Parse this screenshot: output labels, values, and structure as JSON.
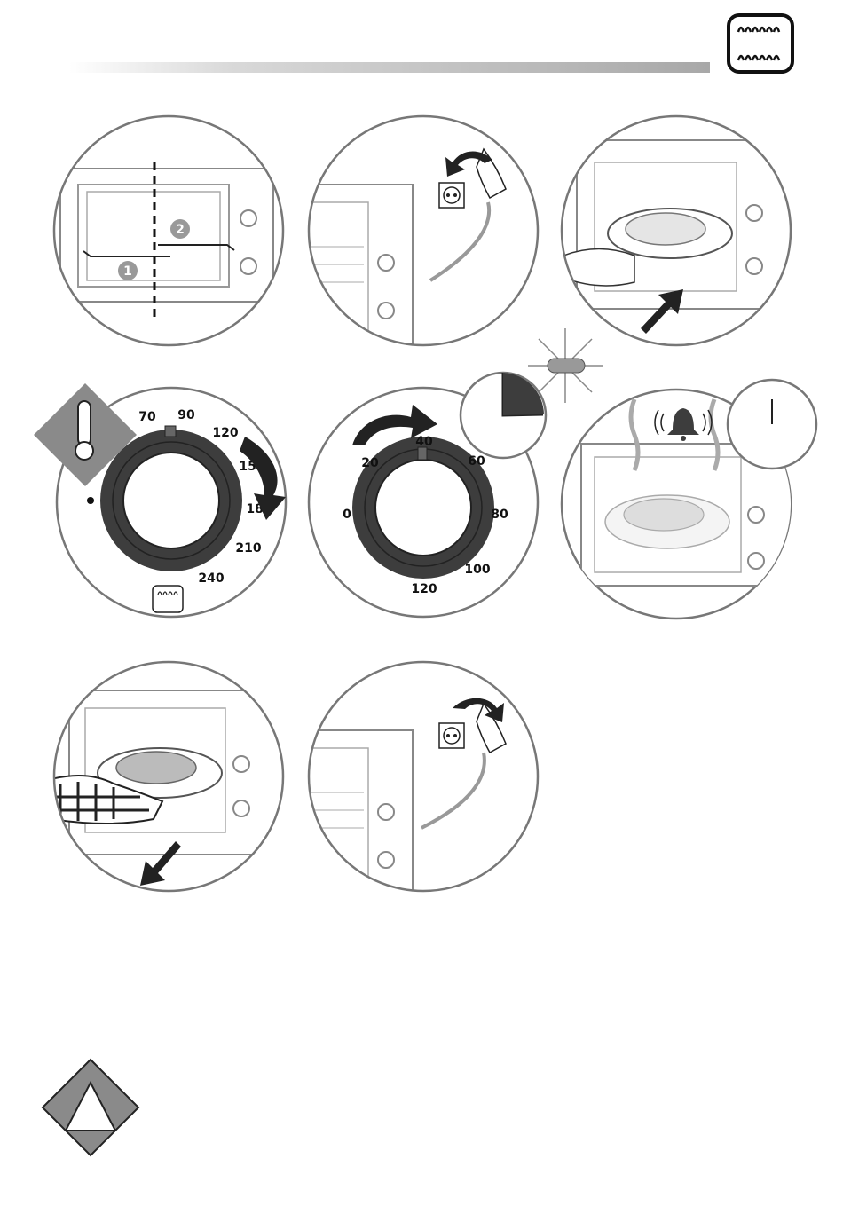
{
  "header": {
    "icon": "oven-heat-element-icon"
  },
  "thermostat_dial": {
    "labels": [
      "70",
      "90",
      "120",
      "150",
      "180",
      "210",
      "240"
    ]
  },
  "timer_dial": {
    "labels": [
      "0",
      "20",
      "40",
      "60",
      "80",
      "100",
      "120"
    ]
  },
  "colors": {
    "dial": "#3d3d3d",
    "outline": "#777777",
    "warning_fill": "#8a8a8a"
  },
  "steps": [
    {
      "id": "rack-position",
      "badges": [
        "1",
        "2"
      ]
    },
    {
      "id": "plug-in"
    },
    {
      "id": "insert-dish"
    },
    {
      "id": "set-temperature"
    },
    {
      "id": "set-timer"
    },
    {
      "id": "end-signal"
    },
    {
      "id": "remove-dish"
    },
    {
      "id": "unplug"
    }
  ],
  "warning": {
    "icon": "warning-triangle-icon"
  }
}
